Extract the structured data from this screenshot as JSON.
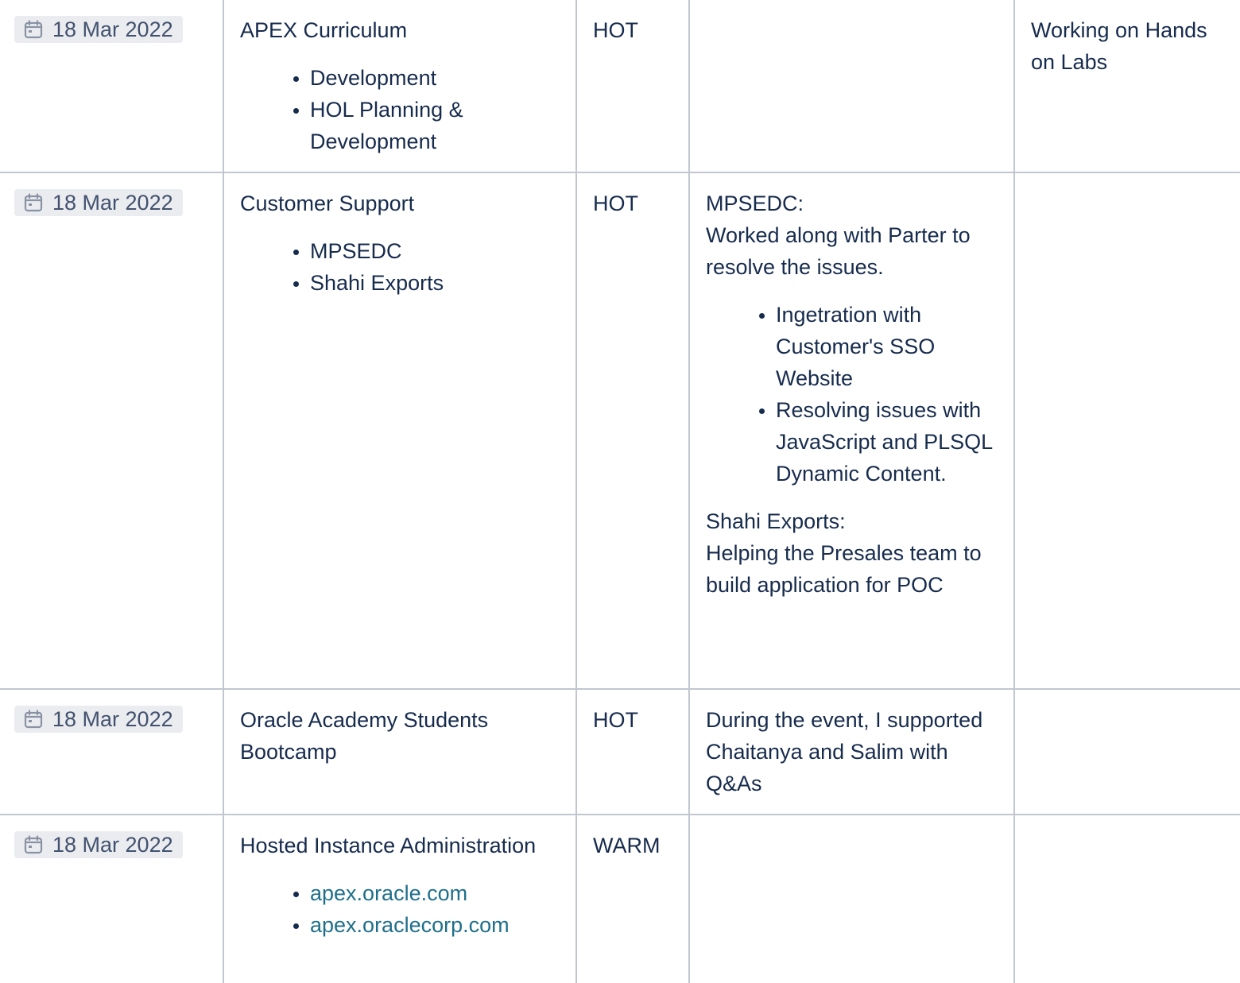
{
  "rows": [
    {
      "date": "18 Mar 2022",
      "topic": "APEX Curriculum",
      "topic_items": [
        "Development",
        "HOL Planning & Development"
      ],
      "priority": "HOT",
      "notes_lines": [],
      "notes_items": [],
      "notes_after": [],
      "comment": "Working on Hands on Labs"
    },
    {
      "date": "18 Mar 2022",
      "topic": "Customer Support",
      "topic_items": [
        "MPSEDC",
        "Shahi Exports"
      ],
      "priority": "HOT",
      "notes_lines": [
        "MPSEDC:",
        "Worked along with Parter to resolve the issues."
      ],
      "notes_items": [
        "Ingetration with Customer's SSO Website",
        "Resolving issues with JavaScript and PLSQL Dynamic Content."
      ],
      "notes_after": [
        "Shahi Exports:",
        "Helping the Presales team to build application for POC"
      ],
      "comment": ""
    },
    {
      "date": "18 Mar 2022",
      "topic": "Oracle Academy Students Bootcamp",
      "topic_items": [],
      "priority": "HOT",
      "notes_lines": [
        "During the event, I supported Chaitanya and Salim with Q&As"
      ],
      "notes_items": [],
      "notes_after": [],
      "comment": ""
    },
    {
      "date": "18 Mar 2022",
      "topic": "Hosted Instance Administration",
      "topic_links": [
        "apex.oracle.com",
        "apex.oraclecorp.com"
      ],
      "priority": "WARM",
      "notes_lines": [],
      "notes_items": [],
      "notes_after": [],
      "comment": ""
    }
  ],
  "icons": {
    "date": "calendar-icon"
  },
  "colors": {
    "link": "#1f6f8b",
    "text": "#172b4d",
    "lozenge_bg": "#ebecf0",
    "border": "#c1c7d0"
  }
}
